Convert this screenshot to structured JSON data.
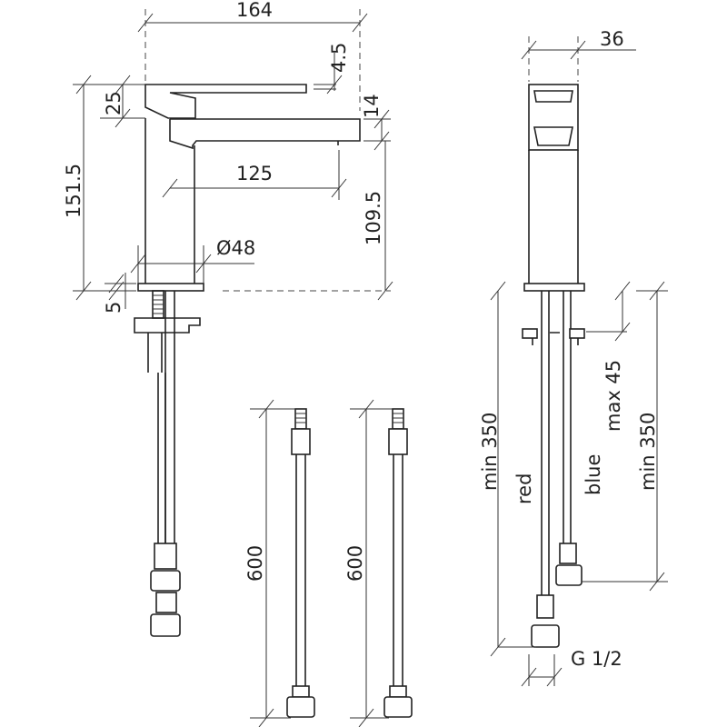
{
  "dimensions": {
    "total_length": "164",
    "lever_gap": "4.5",
    "lever_height": "25",
    "spout_height": "14",
    "total_height": "151.5",
    "spout_reach": "125",
    "outlet_height": "109.5",
    "base_diameter": "Ø48",
    "base_thickness": "5",
    "side_width": "36",
    "hose_length_1": "600",
    "hose_length_2": "600",
    "min_length_left": "min 350",
    "max_deck": "max 45",
    "min_length_right": "min 350",
    "thread": "G 1/2"
  },
  "hose_labels": {
    "red": "red",
    "blue": "blue"
  }
}
